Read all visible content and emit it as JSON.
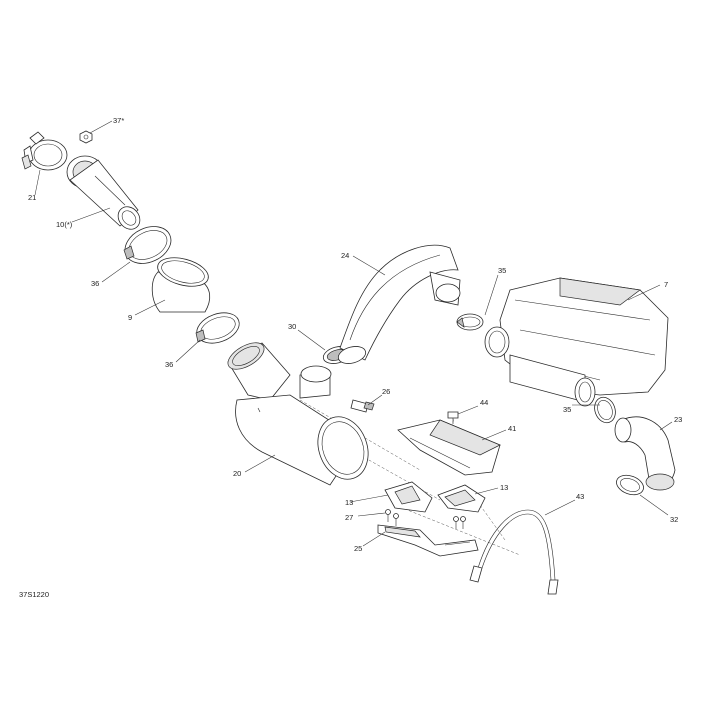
{
  "diagram": {
    "reference_code": "37S1220",
    "callouts": {
      "c37": "37*",
      "c21": "21",
      "c10": "10(*)",
      "c36a": "36",
      "c9": "9",
      "c36b": "36",
      "c24": "24",
      "c35a": "35",
      "c7": "7",
      "c30": "30",
      "c26": "26",
      "c44": "44",
      "c41": "41",
      "c35b": "35",
      "c23": "23",
      "c20": "20",
      "c13a": "13",
      "c13b": "13",
      "c27": "27",
      "c43": "43",
      "c32": "32",
      "c25": "25"
    }
  }
}
